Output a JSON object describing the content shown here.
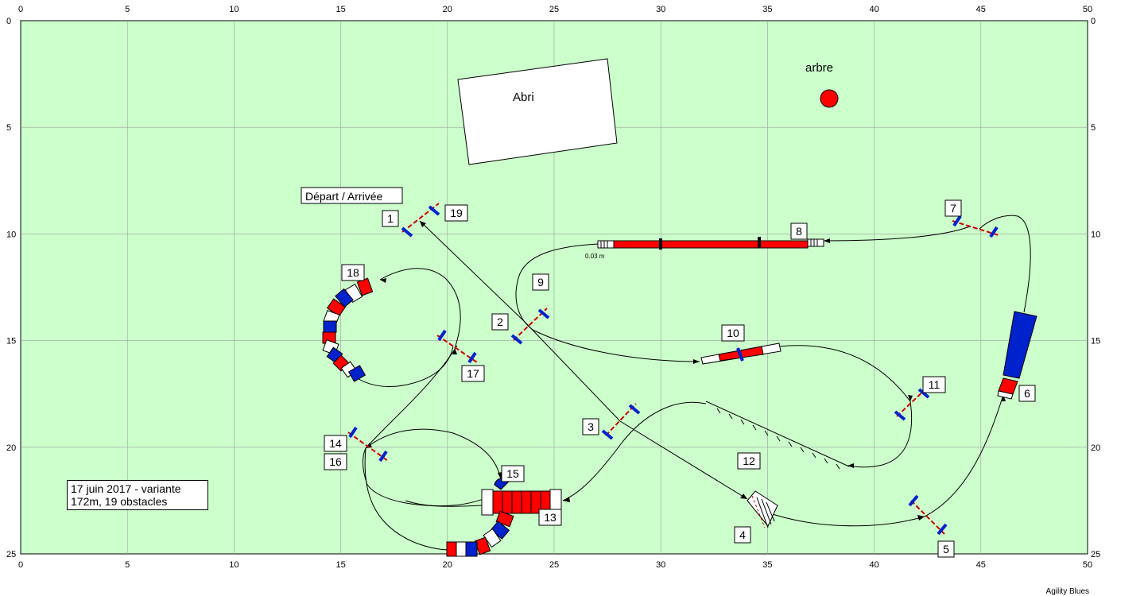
{
  "field": {
    "width_m": 50,
    "height_m": 25,
    "x_ticks": [
      0,
      5,
      10,
      15,
      20,
      25,
      30,
      35,
      40,
      45,
      50
    ],
    "y_ticks": [
      0,
      5,
      10,
      15,
      20,
      25
    ]
  },
  "colors": {
    "grass": "#ccffcc",
    "grid": "#9e9e9e",
    "path": "#000000",
    "bar_blue": "#0022cc",
    "bar_red": "#ff0000",
    "tree": "#ff0000"
  },
  "labels": {
    "abri": "Abri",
    "arbre": "arbre",
    "start": "Départ / Arrivée",
    "dist_note": "0.03 m",
    "brand": "Agility Blues"
  },
  "note": {
    "line1": "17 juin 2017 - variante",
    "line2": "172m, 19 obstacles"
  },
  "numbers": [
    "1",
    "2",
    "3",
    "4",
    "5",
    "6",
    "7",
    "8",
    "9",
    "10",
    "11",
    "12",
    "13",
    "14",
    "15",
    "16",
    "17",
    "18",
    "19"
  ]
}
